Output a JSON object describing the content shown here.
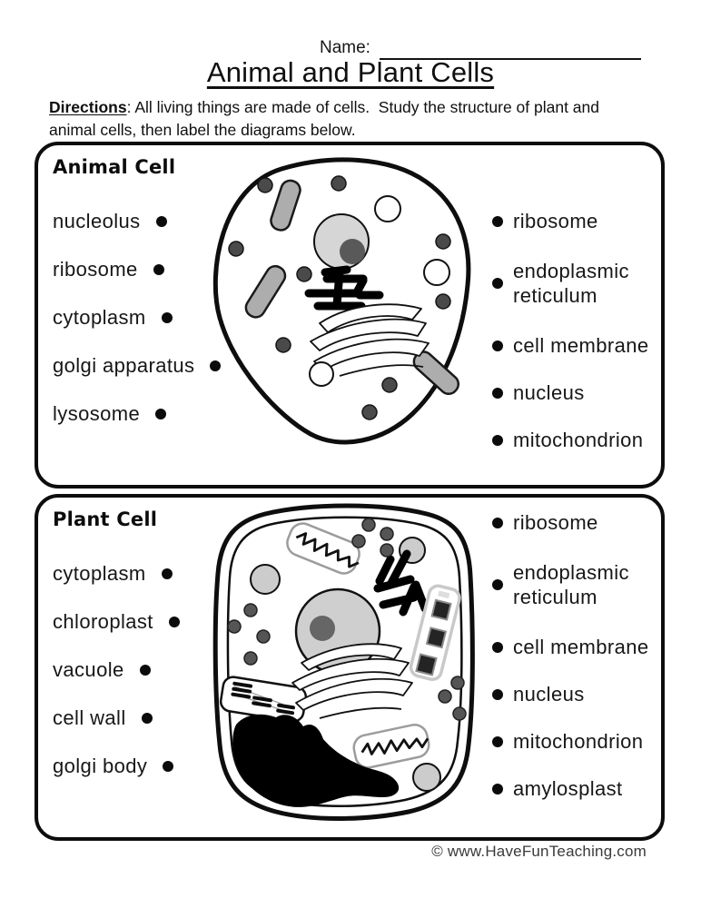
{
  "header": {
    "name_label": "Name:",
    "title": "Animal and Plant Cells",
    "directions_label": "Directions",
    "directions_rest": ": All living things are made of cells.  Study the structure of plant and animal cells, then label the diagrams below."
  },
  "animal_section": {
    "heading": "Animal Cell",
    "left_labels": [
      "nucleolus",
      "ribosome",
      "cytoplasm",
      "golgi apparatus",
      "lysosome"
    ],
    "right_labels": [
      "ribosome",
      "endoplasmic reticulum",
      "cell membrane",
      "nucleus",
      "mitochondrion"
    ]
  },
  "plant_section": {
    "heading": "Plant Cell",
    "left_labels": [
      "cytoplasm",
      "chloroplast",
      "vacuole",
      "cell wall",
      "golgi body"
    ],
    "right_labels": [
      "ribosome",
      "endoplasmic reticulum",
      "cell membrane",
      "nucleus",
      "mitochondrion",
      "amylosplast"
    ]
  },
  "footer": {
    "credit": "© www.HaveFunTeaching.com"
  },
  "colors": {
    "ink": "#111111",
    "organelle_gray": "#adadad",
    "nucleus_gray": "#d6d6d6",
    "ribosome_dot_gray": "#4a4a4a",
    "footer_text": "#3a3a3a"
  }
}
